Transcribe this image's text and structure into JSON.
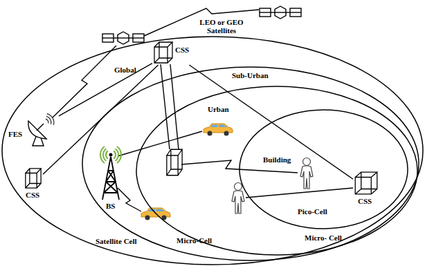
{
  "diagram": {
    "nodes": [
      {
        "text": [
          "Global",
          "Satellite Cell"
        ]
      },
      {
        "text": [
          "Sub-Urban",
          "Micro-Cell"
        ],
        "in": 0
      },
      {
        "text": [
          "Urban",
          "Micro- Cell"
        ],
        "in": 1
      },
      {
        "text": [
          "Building",
          "Pico-Cell"
        ],
        "in": 2
      },
      {
        "text": [
          "CSS"
        ],
        "in": 0
      },
      {
        "text": [
          "FES"
        ],
        "in": 0
      },
      {
        "text": [
          "CSS"
        ],
        "in": 0
      },
      {
        "text": [
          "BS"
        ],
        "in": 1
      },
      {
        "text": [
          "CSS"
        ],
        "in": 3
      }
    ],
    "edges": [
      {
        "from": 4,
        "to": 5,
        "arrow": "none"
      },
      {
        "from": 4,
        "to": 6,
        "arrow": "none"
      },
      {
        "from": 4,
        "to": 8,
        "arrow": "none"
      }
    ],
    "labels": [
      "LEO or GEO Satellites"
    ]
  }
}
